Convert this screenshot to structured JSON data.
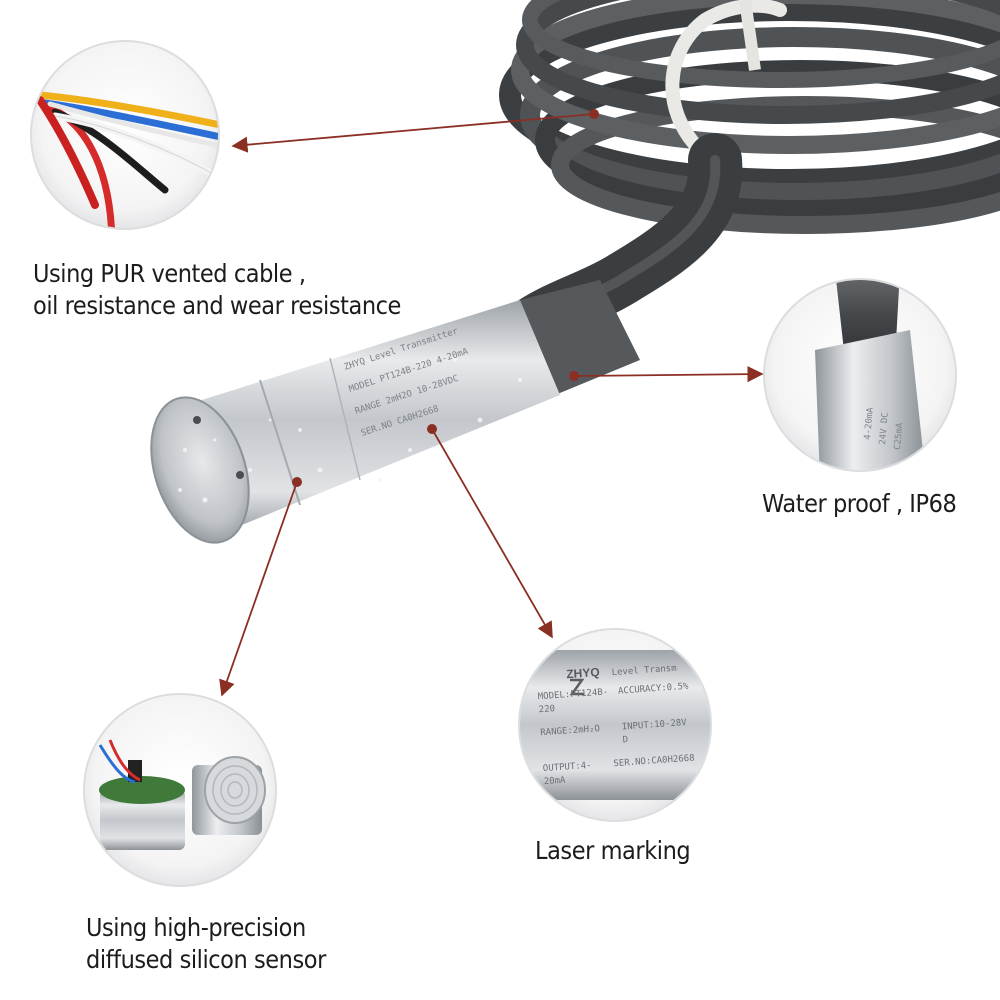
{
  "callouts": {
    "cable": {
      "line1": "Using PUR vented cable ,",
      "line2": "oil resistance and wear resistance"
    },
    "waterproof": {
      "line1": "Water proof , IP68"
    },
    "laser": {
      "line1": "Laser marking"
    },
    "sensor": {
      "line1": "Using high-precision",
      "line2": "diffused silicon sensor"
    }
  },
  "nameplate": {
    "brand": "ZHYQ",
    "product": "Level Transm",
    "model": "MODEL:PT124B-220",
    "accuracy": "ACCURACY:0.5%",
    "range": "RANGE:2mH₂O",
    "input": "INPUT:10-28V D",
    "output": "OUTPUT:4-20mA",
    "serial": "SER.NO:CA0H2668"
  },
  "colors": {
    "arrow": "#8b2e23",
    "cable": "#4a4d50",
    "steel": "#c9ccd0",
    "text": "#1c1c1c"
  }
}
